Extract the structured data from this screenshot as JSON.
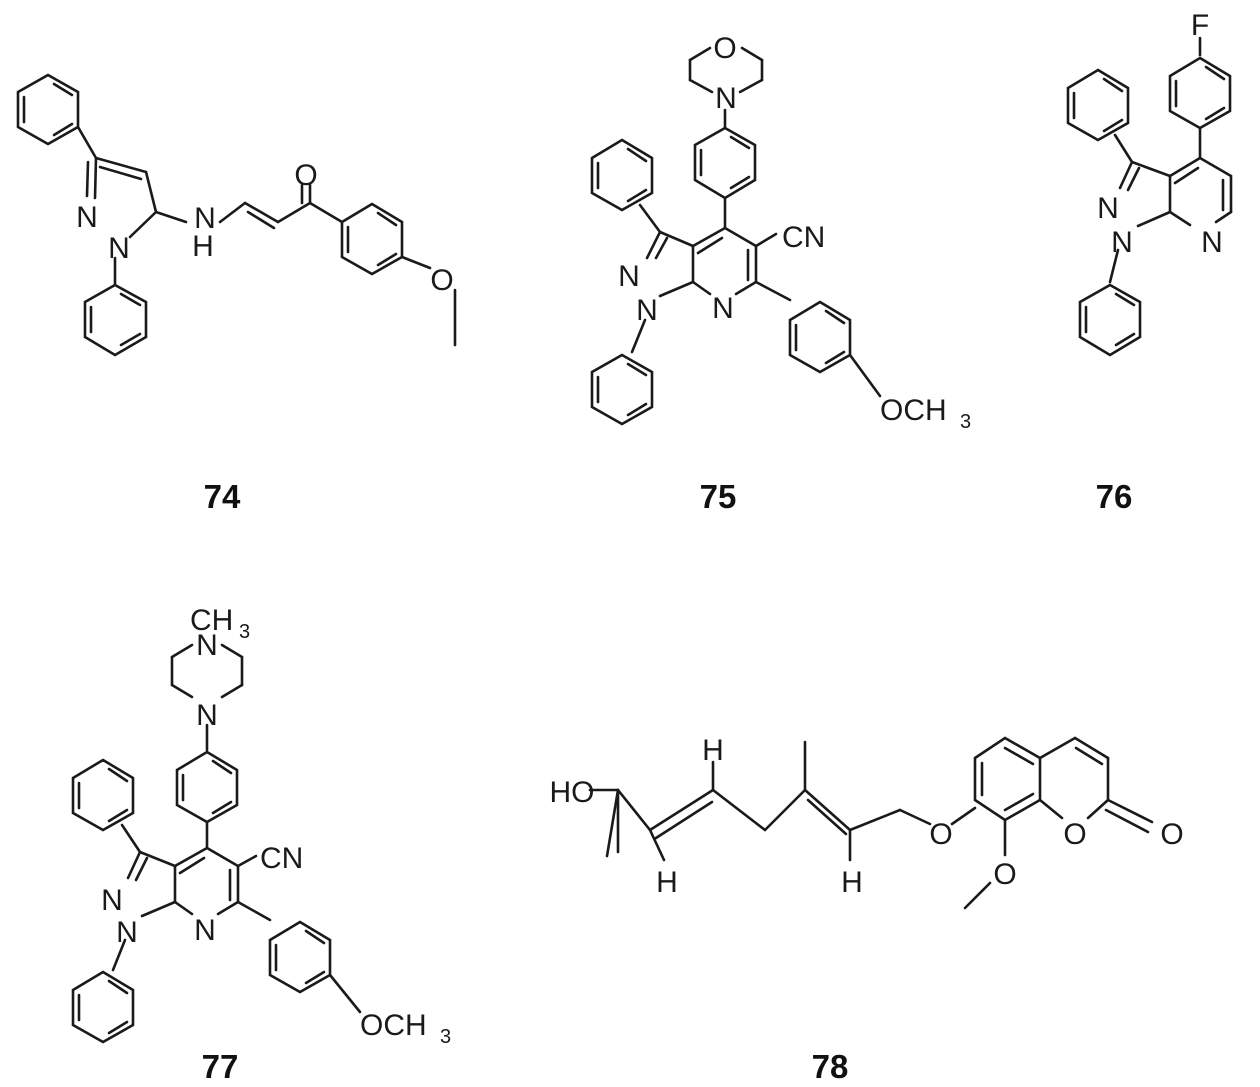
{
  "compounds": [
    {
      "number": "74",
      "atom_labels": {
        "n_ring_top": "N",
        "n_ring_bottom": "N",
        "nh_n": "N",
        "nh_h": "H",
        "carbonyl_o": "O",
        "ether_o": "O"
      }
    },
    {
      "number": "75",
      "atom_labels": {
        "morph_o": "O",
        "morph_n": "N",
        "cn": "CN",
        "pyr_n1": "N",
        "pyr_n2": "N",
        "pyd_n": "N",
        "och3": "OCH",
        "och3_sub": "3"
      }
    },
    {
      "number": "76",
      "atom_labels": {
        "f": "F",
        "pyr_n1": "N",
        "pyr_n2": "N",
        "pyd_n": "N"
      }
    },
    {
      "number": "77",
      "atom_labels": {
        "ch3": "CH",
        "ch3_sub": "3",
        "pip_n_top": "N",
        "pip_n_bottom": "N",
        "cn": "CN",
        "pyr_n1": "N",
        "pyr_n2": "N",
        "pyd_n": "N",
        "och3": "OCH",
        "och3_sub": "3"
      }
    },
    {
      "number": "78",
      "atom_labels": {
        "ho": "HO",
        "h_top": "H",
        "h_bottom1": "H",
        "h_bottom2": "H",
        "ether_o": "O",
        "ring_o": "O",
        "carbonyl_o": "O",
        "methoxy_o": "O"
      }
    }
  ]
}
